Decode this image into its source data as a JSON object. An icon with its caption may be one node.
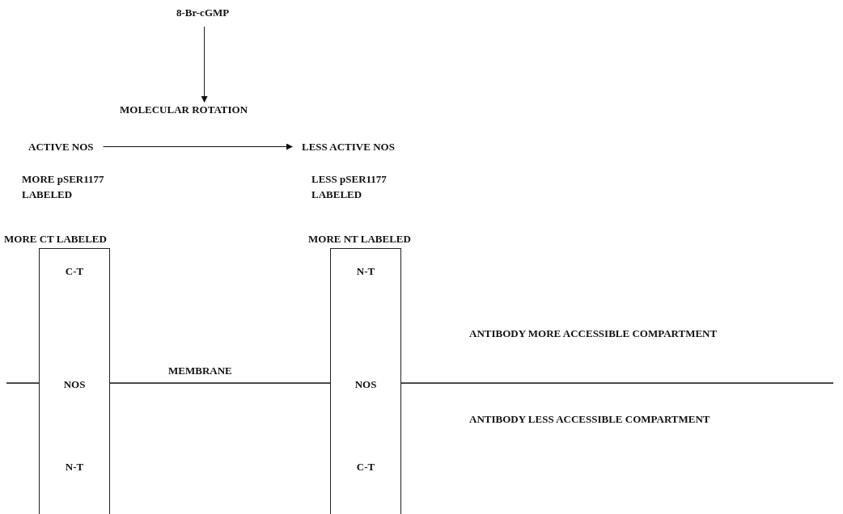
{
  "diagram": {
    "nodes": [
      {
        "text": [
          "8-Br-cGMP"
        ]
      },
      {
        "text": [
          "MOLECULAR ROTATION"
        ]
      },
      {
        "text": [
          "ACTIVE NOS"
        ],
        "beside": [
          "MORE pSER1177 LABELED"
        ]
      },
      {
        "text": [
          "LESS ACTIVE NOS"
        ],
        "beside": [
          "LESS pSER1177 LABELED"
        ]
      },
      {
        "text": [
          "MORE CT LABELED",
          "C-T",
          "NOS",
          "N-T"
        ]
      },
      {
        "text": [
          "MORE NT LABELED",
          "N-T",
          "NOS",
          "C-T"
        ]
      }
    ],
    "edges": [
      {
        "from": 0,
        "to": 1,
        "arrow": "to"
      },
      {
        "from": 2,
        "to": 3,
        "arrow": "to"
      }
    ],
    "labels": [
      "ANTIBODY MORE ACCESSIBLE COMPARTMENT",
      "MEMBRANE",
      "ANTIBODY LESS ACCESSIBLE COMPARTMENT"
    ]
  }
}
